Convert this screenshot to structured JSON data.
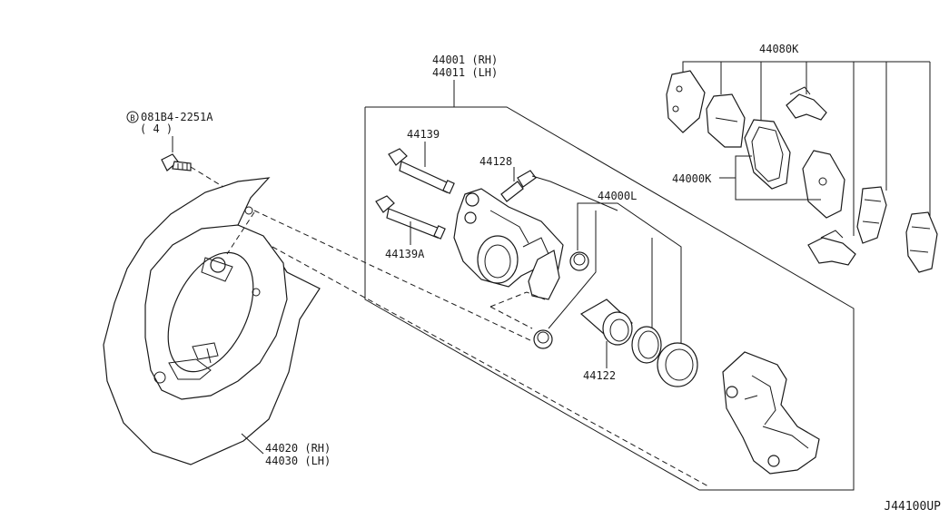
{
  "labels": {
    "bolt_code": "081B4-2251A",
    "bolt_qty": "( 4 )",
    "bolt_circle": "B",
    "caliper_rh": "44001 (RH)",
    "caliper_lh": "44011 (LH)",
    "pin_bolt": "44139",
    "pin_bolt_a": "44139A",
    "bleeder": "44128",
    "seal_kit": "44000L",
    "piston": "44122",
    "pad_kit": "44080K",
    "pad_set": "44000K",
    "plate_rh": "44020 (RH)",
    "plate_lh": "44030 (LH)",
    "diagram_code": "J44100UP"
  }
}
